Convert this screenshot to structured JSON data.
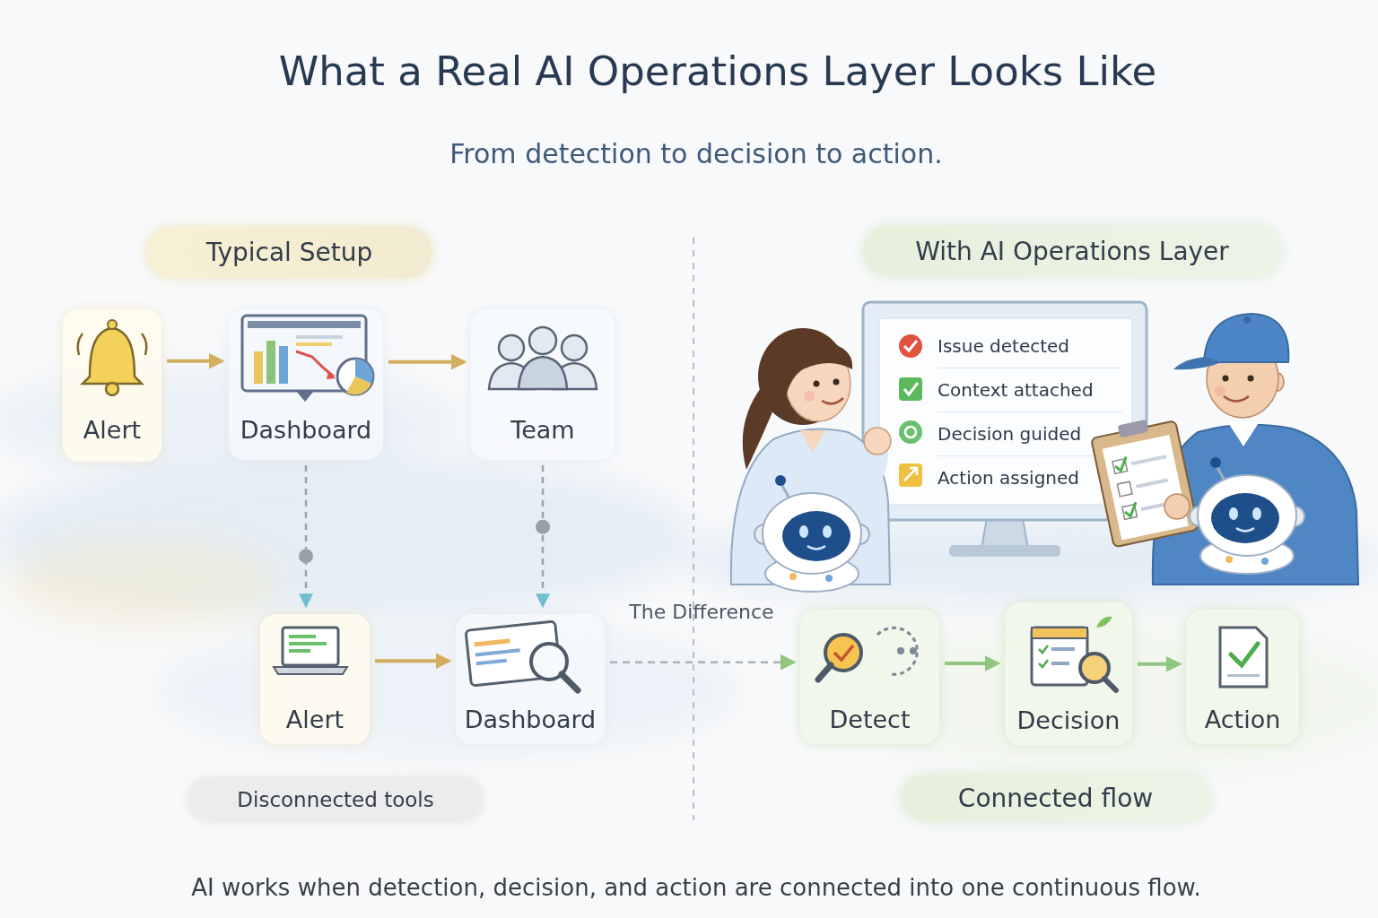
{
  "diagram": {
    "title": "What a Real AI Operations Layer Looks Like",
    "caption": "AI works when detection, decision, and action are connected into one continuous flow.",
    "nodes": [
      {
        "text": [
          "Typical Setup"
        ]
      },
      {
        "text": [
          "With AI Operations Layer"
        ]
      },
      {
        "text": [
          "Alert"
        ]
      },
      {
        "text": [
          "Dashboard"
        ]
      },
      {
        "text": [
          "Team"
        ]
      },
      {
        "text": [
          "Issue detected",
          "Context attached",
          "Decision guided",
          "Action assigned"
        ]
      },
      {
        "text": [
          "Alert"
        ]
      },
      {
        "text": [
          "Dashboard"
        ]
      },
      {
        "text": [
          "Detect"
        ]
      },
      {
        "text": [
          "Decision"
        ]
      },
      {
        "text": [
          "Action"
        ]
      },
      {
        "text": [
          "Disconnected tools"
        ]
      },
      {
        "text": [
          "Connected flow"
        ]
      }
    ],
    "edges": [
      {
        "from": 2,
        "to": 3,
        "arrow": "to"
      },
      {
        "from": 3,
        "to": 4,
        "arrow": "to"
      },
      {
        "from": 3,
        "to": 6,
        "arrow": "to"
      },
      {
        "from": 4,
        "to": 7,
        "arrow": "to"
      },
      {
        "from": 6,
        "to": 7,
        "arrow": "to"
      },
      {
        "from": 7,
        "to": 8,
        "label": "The Difference",
        "arrow": "to"
      },
      {
        "from": 8,
        "to": 9,
        "arrow": "to"
      },
      {
        "from": 9,
        "to": 10,
        "arrow": "to"
      }
    ],
    "labels": [
      "From detection to decision to action."
    ]
  }
}
